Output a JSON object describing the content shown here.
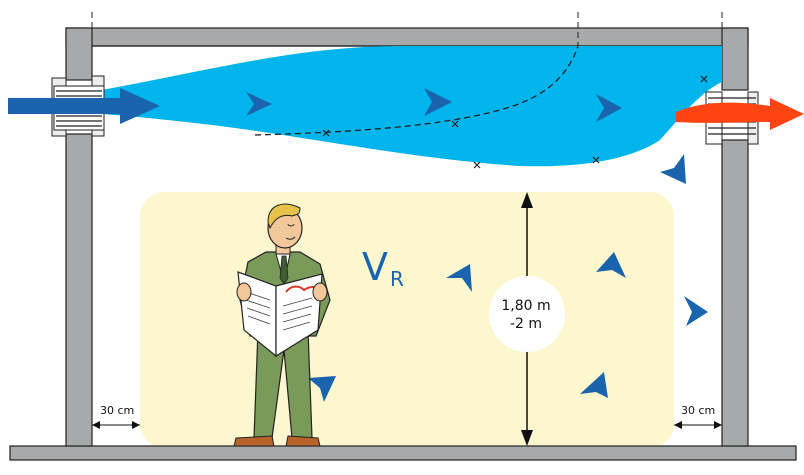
{
  "zone_label": {
    "main": "V",
    "sub": "R"
  },
  "occupied_height": {
    "line1": "1,80 m",
    "line2": "-2 m"
  },
  "wall_clearance_left": "30 cm",
  "wall_clearance_right": "30 cm",
  "colors": {
    "supply_air_jet": "#00b4ec",
    "supply_arrow": "#1a64ad",
    "exhaust_arrow": "#ff4411",
    "occupied_zone": "#fdf7d0",
    "wall": "#a7a9ab",
    "wall_outline": "#222222",
    "vr_text": "#1a64ad"
  },
  "icons": [
    "supply-air-arrow",
    "exhaust-air-arrow",
    "flow-direction-arrow",
    "person-reading-newspaper"
  ]
}
